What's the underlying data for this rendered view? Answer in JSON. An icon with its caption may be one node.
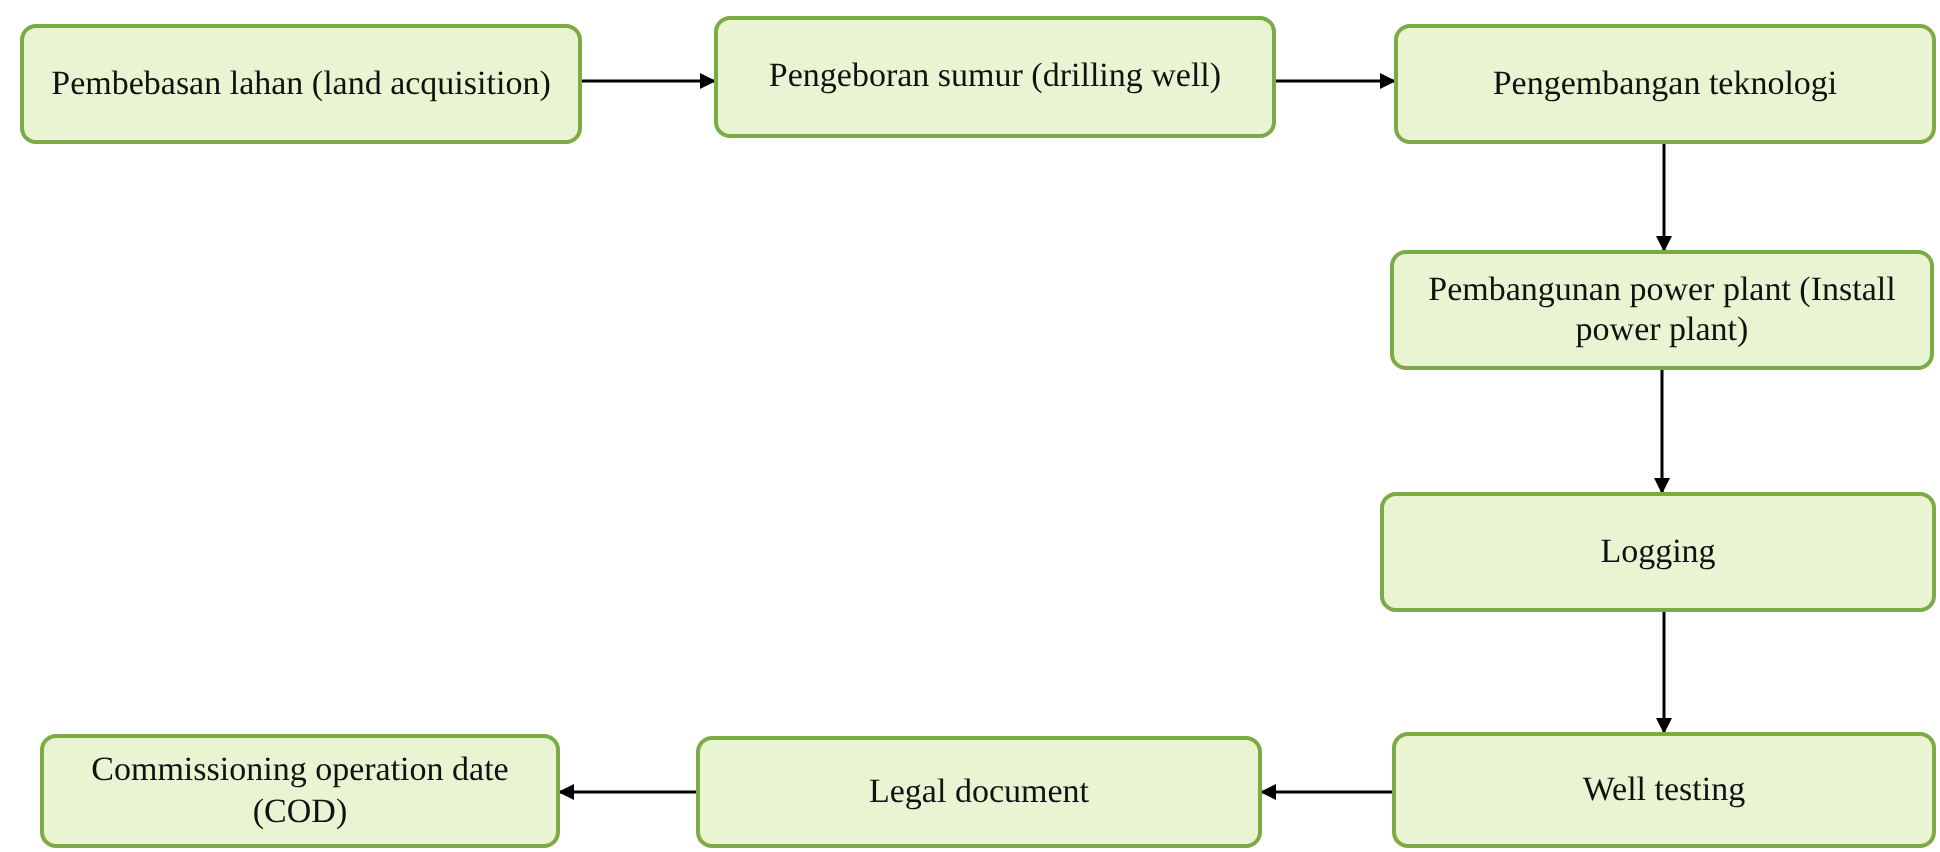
{
  "diagram": {
    "nodes": [
      {
        "text": [
          "Pembebasan lahan (land acquisition)"
        ]
      },
      {
        "text": [
          "Pengeboran sumur (drilling well)"
        ]
      },
      {
        "text": [
          "Pengembangan teknologi"
        ]
      },
      {
        "text": [
          "Pembangunan power plant (Install power plant)"
        ]
      },
      {
        "text": [
          "Logging"
        ]
      },
      {
        "text": [
          "Well testing"
        ]
      },
      {
        "text": [
          "Legal document"
        ]
      },
      {
        "text": [
          "Commissioning operation date (COD)"
        ]
      }
    ],
    "edges": [
      {
        "from": 0,
        "to": 1,
        "arrow": "to"
      },
      {
        "from": 1,
        "to": 2,
        "arrow": "to"
      },
      {
        "from": 2,
        "to": 3,
        "arrow": "to"
      },
      {
        "from": 3,
        "to": 4,
        "arrow": "to"
      },
      {
        "from": 4,
        "to": 5,
        "arrow": "to"
      },
      {
        "from": 5,
        "to": 6,
        "arrow": "to"
      },
      {
        "from": 6,
        "to": 7,
        "arrow": "to"
      }
    ]
  }
}
